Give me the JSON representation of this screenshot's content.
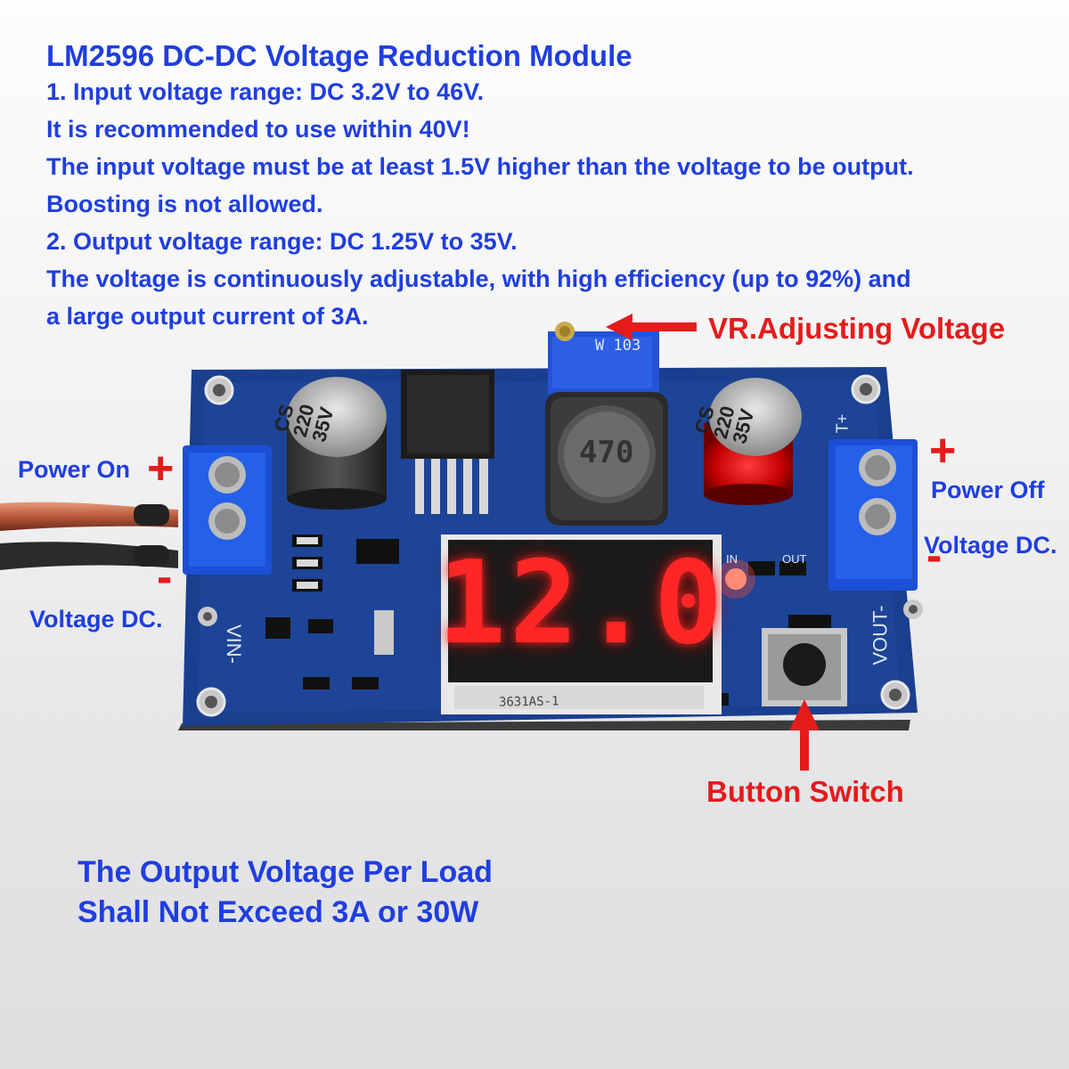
{
  "header": {
    "title": "LM2596 DC-DC Voltage Reduction Module",
    "lines": [
      "1. Input voltage range: DC 3.2V to 46V.",
      "It is recommended to use within 40V!",
      "The input voltage must be at least 1.5V higher than the voltage to be output.",
      "Boosting is not allowed.",
      "2. Output voltage range: DC 1.25V to 35V.",
      "The voltage is continuously adjustable, with high efficiency (up to 92%) and",
      "a large output current of 3A."
    ]
  },
  "callouts": {
    "vr": "VR.Adjusting Voltage",
    "button": "Button Switch"
  },
  "labels": {
    "power_on": "Power On",
    "voltage_left": "Voltage DC.",
    "power_off": "Power Off",
    "voltage_right": "Voltage DC.",
    "plus": "+",
    "minus": "-"
  },
  "board": {
    "display_value": "12.0",
    "display_model": "3631AS-1",
    "cap_left": [
      "CS",
      "220",
      "35V"
    ],
    "cap_right": [
      "CS",
      "220",
      "35V"
    ],
    "inductor": "470",
    "pot": "W 103",
    "silk_in": "IN",
    "silk_out": "OUT",
    "silk_vin": "VIN-",
    "silk_vout": "VOUT-",
    "silk_tplus": "T+"
  },
  "footer": {
    "line1": "The Output Voltage Per Load",
    "line2": "Shall Not Exceed 3A or 30W"
  },
  "colors": {
    "text_blue": "#1f3ee0",
    "accent_red": "#e51b1b",
    "pcb_blue": "#1a3f8f",
    "led_red": "#ff2626"
  }
}
